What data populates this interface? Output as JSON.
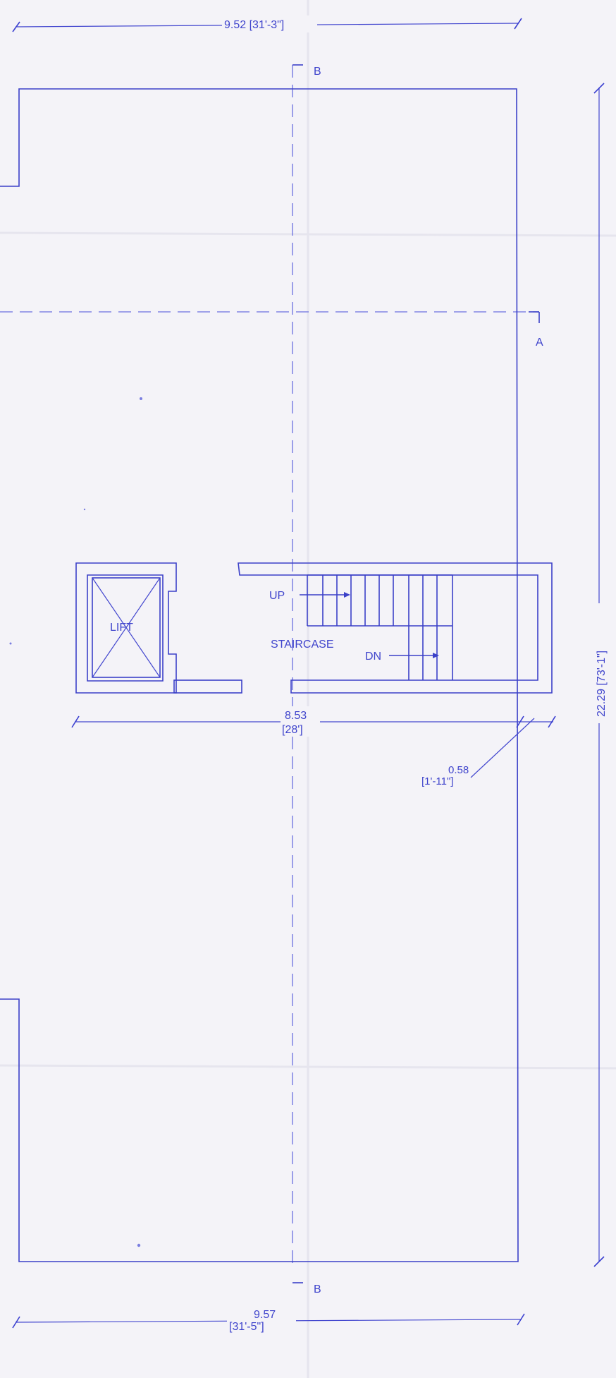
{
  "colors": {
    "ink": "#3b40c8",
    "paper": "#f4f3f8"
  },
  "dimensions": {
    "top_width": "9.52 [31'-3\"]",
    "bottom_width_value": "9.57",
    "bottom_width_imperial": "[31'-5\"]",
    "overall_length": "22.29 [73'-1\"]",
    "core_width_value": "8.53",
    "core_width_imperial": "[28']",
    "projection_value": "0.58",
    "projection_imperial": "[1'-11\"]"
  },
  "section_marks": {
    "b_top": "B",
    "b_bottom": "B",
    "a_right": "A"
  },
  "rooms": {
    "lift": "LIFT",
    "staircase": "STAIRCASE",
    "up": "UP",
    "dn": "DN"
  }
}
